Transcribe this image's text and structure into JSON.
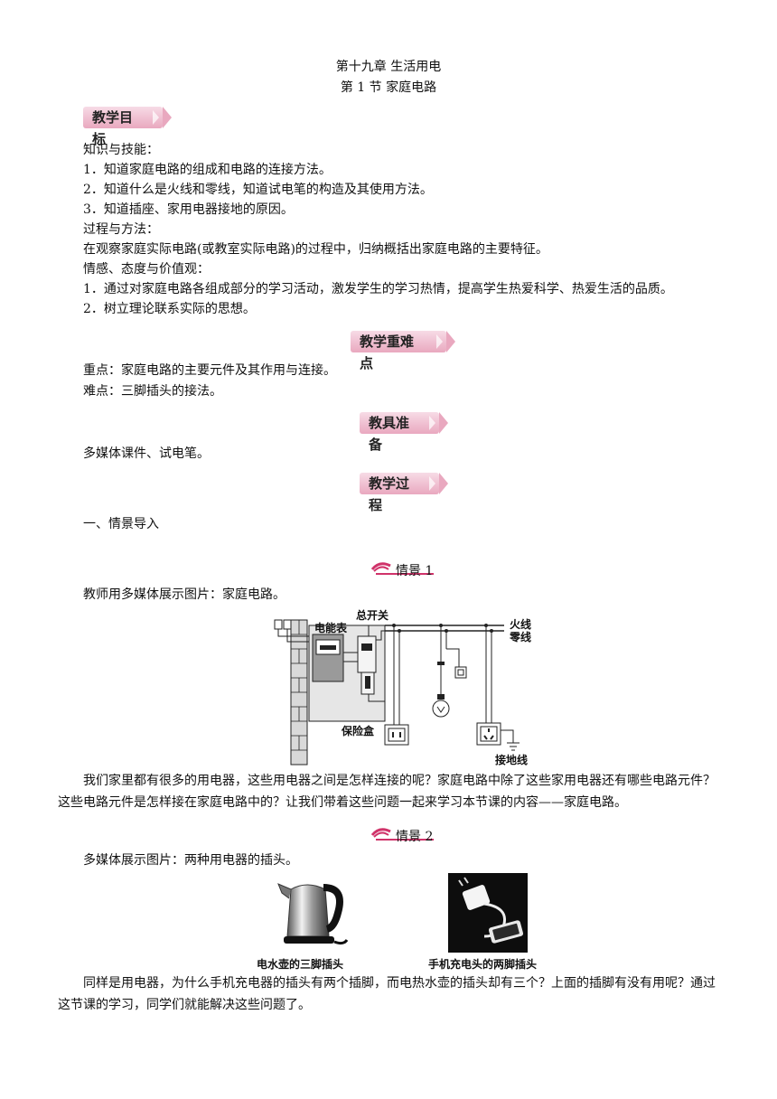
{
  "header": {
    "chapter": "第十九章  生活用电",
    "section": "第 1 节    家庭电路"
  },
  "badges": {
    "objectives": "教学目标",
    "key_points": "教学重难点",
    "tools": "教具准备",
    "process": "教学过程"
  },
  "objectives": {
    "k_title": "知识与技能：",
    "k1": "1．知道家庭电路的组成和电路的连接方法。",
    "k2": "2．知道什么是火线和零线，知道试电笔的构造及其使用方法。",
    "k3": "3．知道插座、家用电器接地的原因。",
    "p_title": "过程与方法：",
    "p1": "在观察家庭实际电路(或教室实际电路)的过程中，归纳概括出家庭电路的主要特征。",
    "e_title": "情感、态度与价值观：",
    "e1": "1．通过对家庭电路各组成部分的学习活动，激发学生的学习热情，提高学生热爱科学、热爱生活的品质。",
    "e2": "2．树立理论联系实际的思想。"
  },
  "key_points": {
    "zhong_label": "重点：",
    "zhong_text": "家庭电路的主要元件及其作用与连接。",
    "nan_label": "难点：",
    "nan_text": "三脚插头的接法。"
  },
  "tools": {
    "text": "多媒体课件、试电笔。"
  },
  "process": {
    "heading": "一、情景导入",
    "scene1": {
      "title": "情景 1",
      "intro": "教师用多媒体展示图片：家庭电路。",
      "labels": {
        "meter": "电能表",
        "main_switch": "总开关",
        "fuse_box": "保险盒",
        "live": "火线",
        "neutral": "零线",
        "ground": "接地线"
      },
      "para": "我们家里都有很多的用电器，这些用电器之间是怎样连接的呢？家庭电路中除了这些家用电器还有哪些电路元件？这些电路元件是怎样接在家庭电路中的？让我们带着这些问题一起来学习本节课的内容——家庭电路。"
    },
    "scene2": {
      "title": "情景 2",
      "intro": "多媒体展示图片：两种用电器的插头。",
      "caption_left": "电水壶的三脚插头",
      "caption_right": "手机充电头的两脚插头",
      "para": "同样是用电器，为什么手机充电器的插头有两个插脚，而电热水壶的插头却有三个？上面的插脚有没有用呢？通过这节课的学习，同学们就能解决这些问题了。"
    }
  }
}
